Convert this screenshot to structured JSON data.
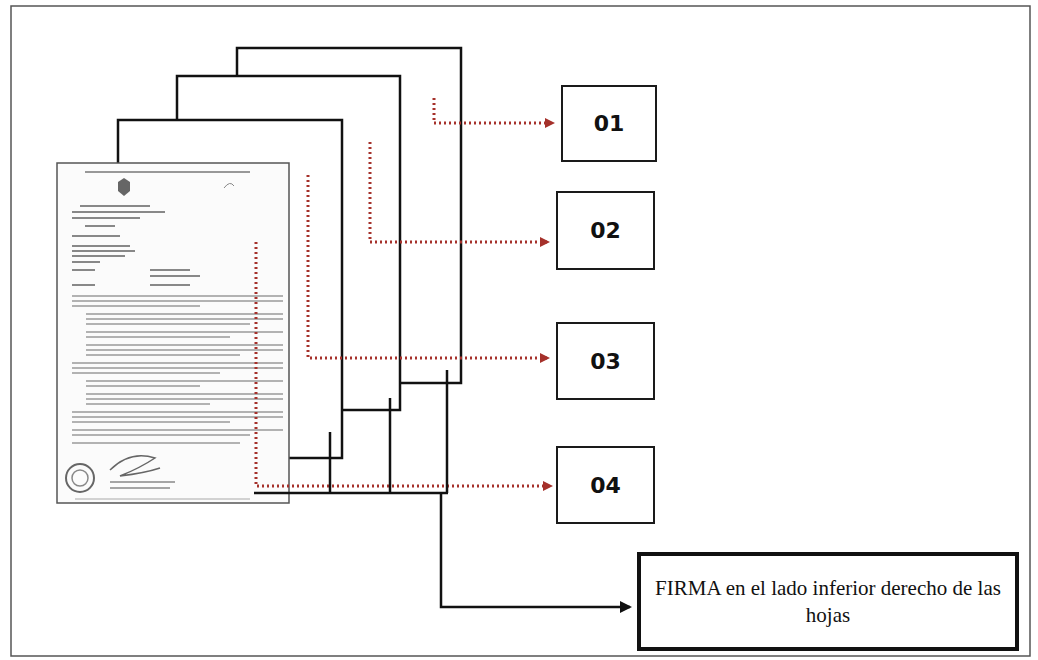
{
  "diagram": {
    "nodes": [
      {
        "text": [
          "01"
        ]
      },
      {
        "text": [
          "02"
        ]
      },
      {
        "text": [
          "03"
        ]
      },
      {
        "text": [
          "04"
        ]
      },
      {
        "text": [
          "FIRMA en el lado inferior derecho de las hojas"
        ]
      }
    ]
  }
}
